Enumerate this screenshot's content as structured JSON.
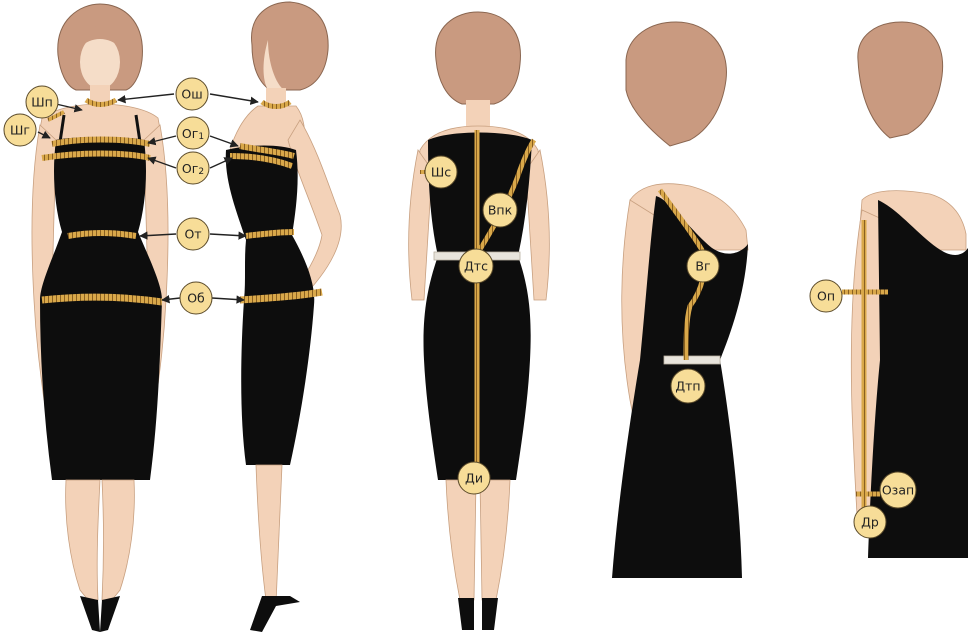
{
  "labels": {
    "osh": "Ош",
    "shp": "Шп",
    "shg": "Шг",
    "og1": "Ог",
    "og1_sub": "1",
    "og2": "Ог",
    "og2_sub": "2",
    "ot": "От",
    "ob": "Об",
    "shs": "Шс",
    "vpk": "Впк",
    "dts": "Дтс",
    "di": "Ди",
    "vg": "Вг",
    "dtp": "Дтп",
    "op": "Оп",
    "ozap": "Озап",
    "dr": "Др"
  },
  "colors": {
    "badge_fill": "#f7dd98",
    "badge_stroke": "#5a4a2a",
    "dress": "#0d0d0d",
    "skin": "#f3d2b8",
    "hair": "#c99a80",
    "tape": "#d9a84a",
    "belt": "#e8e4dc"
  }
}
